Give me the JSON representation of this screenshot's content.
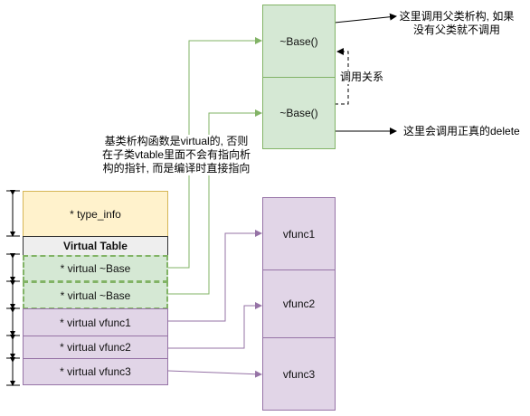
{
  "right_boxes": {
    "base1": "~Base()",
    "base2": "~Base()",
    "vfunc1": "vfunc1",
    "vfunc2": "vfunc2",
    "vfunc3": "vfunc3"
  },
  "table": {
    "type_info": "* type_info",
    "header": "Virtual Table",
    "rows": [
      "* virtual ~Base",
      "* virtual ~Base",
      "* virtual vfunc1",
      "* virtual vfunc2",
      "* virtual vfunc3"
    ]
  },
  "annotations": {
    "top_right_line1": "这里调用父类析构, 如果",
    "top_right_line2": "没有父类就不调用",
    "call_relation": "调用关系",
    "real_delete": "这里会调用正真的delete",
    "middle_line1": "基类析构函数是virtual的, 否则",
    "middle_line2": "在子类vtable里面不会有指向析",
    "middle_line3": "构的指针, 而是编译时直接指向"
  },
  "colors": {
    "green_fill": "#d5e8d4",
    "green_stroke": "#82b366",
    "purple_fill": "#e1d5e7",
    "purple_stroke": "#9673a6",
    "yellow_fill": "#fff2cc",
    "yellow_stroke": "#d6b656"
  }
}
